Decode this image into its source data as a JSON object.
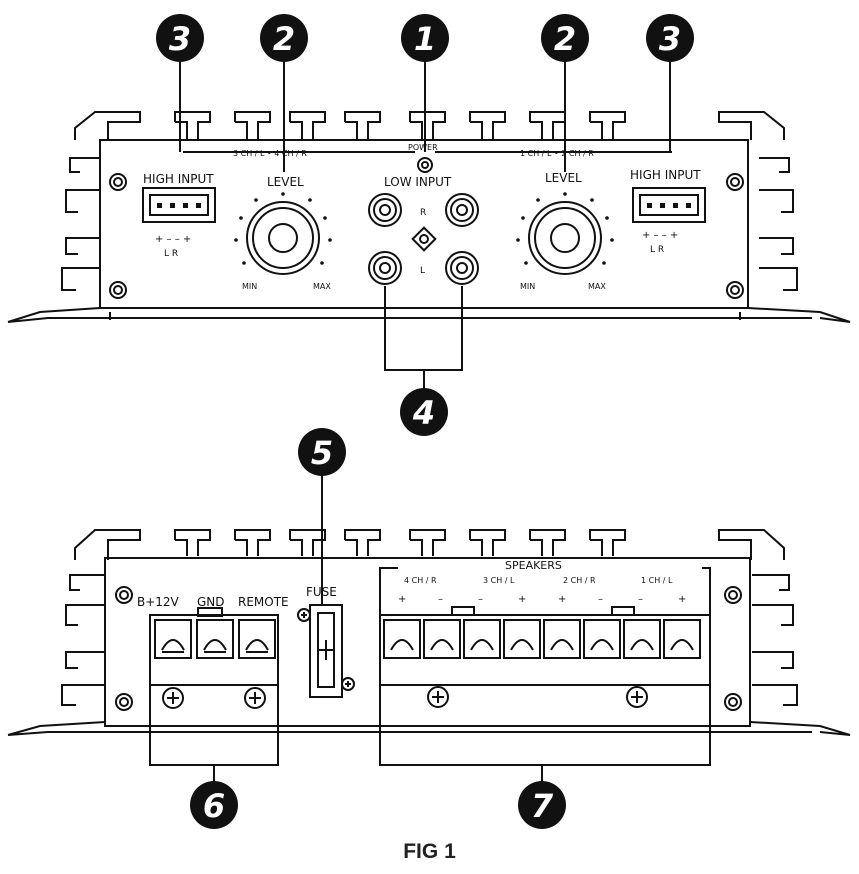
{
  "callouts": {
    "c1": "1",
    "c2": "2",
    "c3": "3",
    "c4": "4",
    "c5": "5",
    "c6": "6",
    "c7": "7"
  },
  "front": {
    "high_input": "HIGH INPUT",
    "level": "LEVEL",
    "low_input": "LOW INPUT",
    "power": "POWER",
    "ch_left": "3 CH / L  •  4 CH / R",
    "ch_right": "1 CH / L  •  2 CH / R",
    "min": "MIN",
    "max": "MAX",
    "r": "R",
    "l": "L",
    "polarity": "+  –  –  +",
    "lr": "L      R"
  },
  "rear": {
    "b12v": "B+12V",
    "gnd": "GND",
    "remote": "REMOTE",
    "fuse": "FUSE",
    "speakers": "SPEAKERS",
    "ch4r": "4 CH / R",
    "ch3l": "3 CH / L",
    "ch2r": "2 CH / R",
    "ch1l": "1 CH / L",
    "sp_polarity": [
      "+",
      "–",
      "–",
      "+",
      "+",
      "–",
      "–",
      "+"
    ]
  },
  "caption": "FIG 1"
}
